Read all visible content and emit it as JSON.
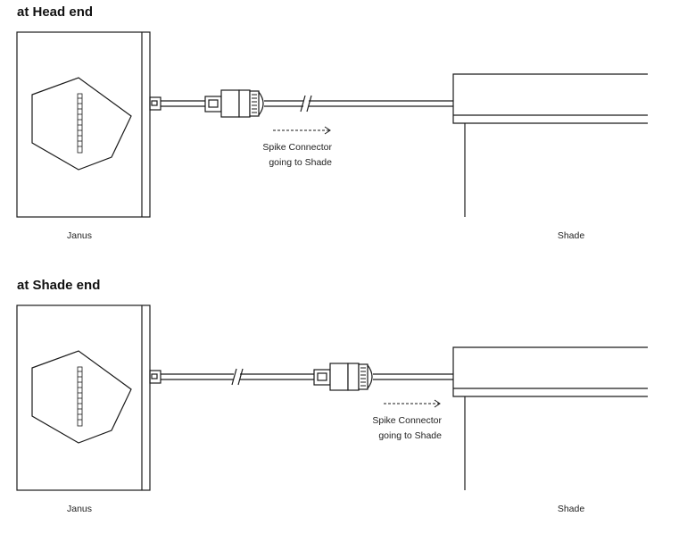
{
  "sections": [
    {
      "title": "at Head end",
      "device_label": "Janus",
      "shade_label": "Shade",
      "connector_label_line1": "Spike Connector",
      "connector_label_line2": "going to Shade"
    },
    {
      "title": "at Shade end",
      "device_label": "Janus",
      "shade_label": "Shade",
      "connector_label_line1": "Spike Connector",
      "connector_label_line2": "going to Shade"
    }
  ],
  "colors": {
    "line": "#1a1a1a",
    "background": "#ffffff"
  }
}
